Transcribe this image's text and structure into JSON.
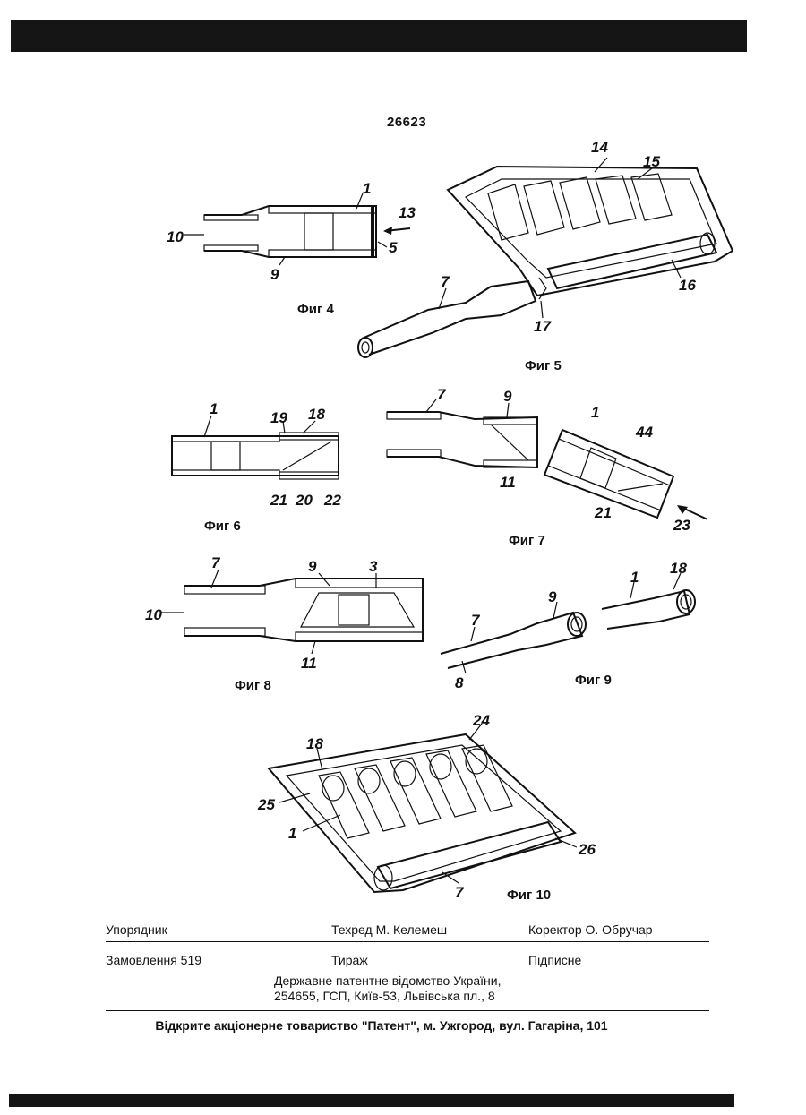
{
  "patent_number": "26623",
  "figures": {
    "fig4": {
      "caption": "Фиг 4",
      "labels": [
        "1",
        "13",
        "10",
        "5",
        "9"
      ]
    },
    "fig5": {
      "caption": "Фиг 5",
      "labels": [
        "14",
        "15",
        "16",
        "7",
        "17"
      ]
    },
    "fig6": {
      "caption": "Фиг 6",
      "labels": [
        "1",
        "19",
        "18",
        "21",
        "20",
        "22"
      ]
    },
    "fig7": {
      "caption": "Фиг 7",
      "labels": [
        "7",
        "9",
        "11",
        "1",
        "44",
        "21",
        "23"
      ]
    },
    "fig8": {
      "caption": "Фиг 8",
      "labels": [
        "7",
        "9",
        "3",
        "10",
        "11"
      ]
    },
    "fig9": {
      "caption": "Фиг 9",
      "labels": [
        "7",
        "9",
        "8",
        "1",
        "18"
      ]
    },
    "fig10": {
      "caption": "Фиг 10",
      "labels": [
        "24",
        "18",
        "25",
        "1",
        "26",
        "7"
      ]
    }
  },
  "colophon": {
    "compiler_label": "Упорядник",
    "techeditor": "Техред М. Келемеш",
    "proofreader": "Коректор О. Обручар",
    "order": "Замовлення 519",
    "circulation": "Тираж",
    "subscription": "Підписне",
    "office_line1": "Державне патентне відомство України,",
    "office_line2": "254655, ГСП, Київ-53, Львівська пл., 8",
    "printer": "Відкрите акціонерне товариство \"Патент\", м. Ужгород, вул. Гагаріна, 101"
  }
}
